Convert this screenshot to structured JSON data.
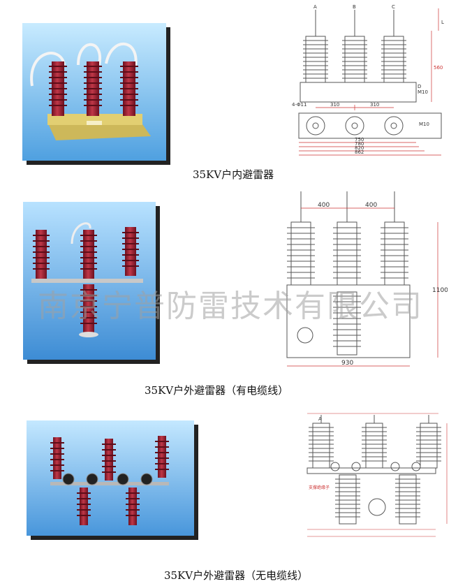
{
  "sections": [
    {
      "caption": "35KV户内避雷器",
      "drawing": {
        "phase_labels": [
          "A",
          "B",
          "C"
        ],
        "dims": [
          "310",
          "310",
          "750",
          "780",
          "820",
          "862",
          "560",
          "M10",
          "D",
          "M10",
          "4-Φ11",
          "L"
        ]
      }
    },
    {
      "caption": "35KV户外避雷器（有电缆线）",
      "drawing": {
        "dims": [
          "400",
          "400",
          "1100",
          "930"
        ]
      }
    },
    {
      "caption": "35KV户外避雷器（无电缆线）",
      "drawing": {
        "phase_labels": [
          "A"
        ],
        "dims": [
          "支撑绝缘子"
        ]
      }
    }
  ],
  "watermark": "南京宁普防雷技术有限公司",
  "colors": {
    "sky_light": "#a9d9f6",
    "sky_dark": "#3f8fd6",
    "insulator_red": "#8e1d2a",
    "base_yellow": "#d8c463",
    "line_gray": "#555555",
    "dim_red": "#cc3333"
  }
}
